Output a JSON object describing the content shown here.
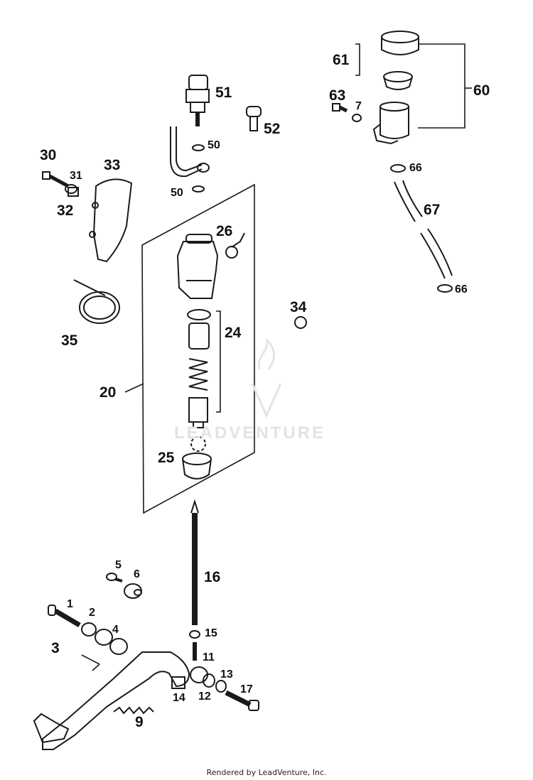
{
  "watermark": "LEADVENTURE",
  "footer": "Rendered by LeadVenture, Inc.",
  "labels": {
    "p1": "1",
    "p2": "2",
    "p3": "3",
    "p4": "4",
    "p5": "5",
    "p6": "6",
    "p7": "7",
    "p9": "9",
    "p11": "11",
    "p12": "12",
    "p13": "13",
    "p14": "14",
    "p15": "15",
    "p16": "16",
    "p17": "17",
    "p20": "20",
    "p24": "24",
    "p25": "25",
    "p26": "26",
    "p30": "30",
    "p31": "31",
    "p32": "32",
    "p33": "33",
    "p34": "34",
    "p35": "35",
    "p50a": "50",
    "p50b": "50",
    "p51": "51",
    "p52": "52",
    "p60": "60",
    "p61": "61",
    "p63": "63",
    "p66a": "66",
    "p66b": "66",
    "p67": "67"
  }
}
